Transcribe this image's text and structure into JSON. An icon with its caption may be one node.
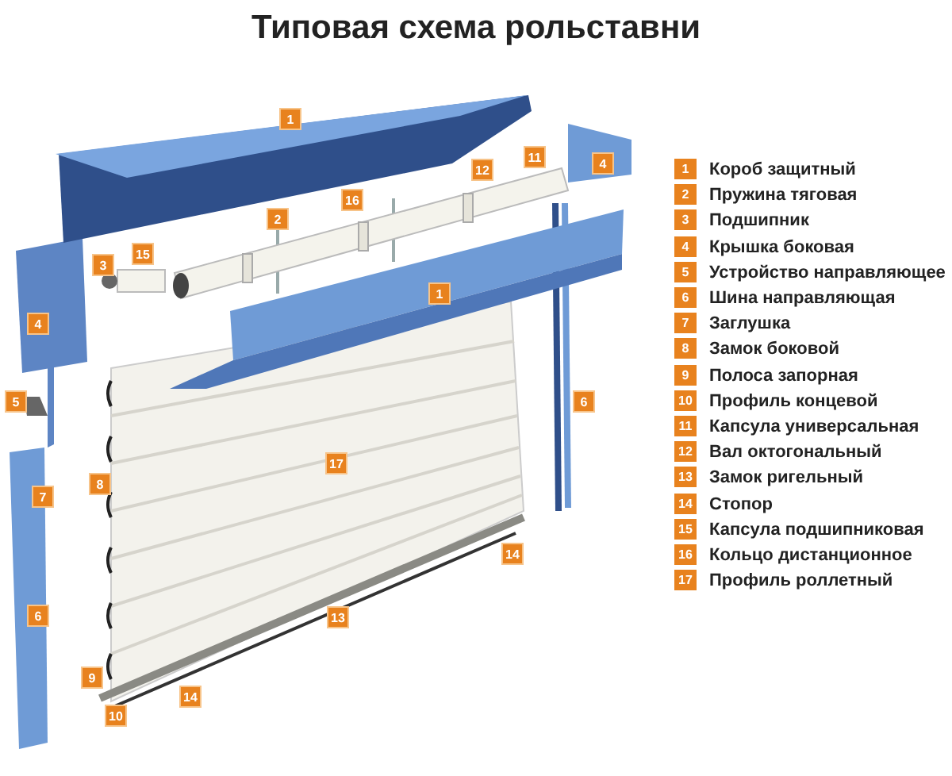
{
  "diagram": {
    "title": "Типовая схема рольставни",
    "labels": [
      "1",
      "11",
      "4",
      "12",
      "16",
      "2",
      "15",
      "3",
      "1",
      "4",
      "5",
      "6",
      "17",
      "8",
      "7",
      "14",
      "6",
      "13",
      "9",
      "14",
      "10",
      "1",
      "Короб защитный",
      "2",
      "Пружина тяговая",
      "3",
      "Подшипник",
      "4",
      "Крышка боковая",
      "5",
      "Устройство направляющее",
      "6",
      "Шина направляющая",
      "7",
      "Заглушка",
      "8",
      "Замок боковой",
      "9",
      "Полоса запорная",
      "10",
      "Профиль концевой",
      "11",
      "Капсула универсальная",
      "12",
      "Вал октогональный",
      "13",
      "Замок ригельный",
      "14",
      "Стопор",
      "15",
      "Капсула подшипниковая",
      "16",
      "Кольцо дистанционное",
      "17",
      "Профиль роллетный"
    ]
  }
}
